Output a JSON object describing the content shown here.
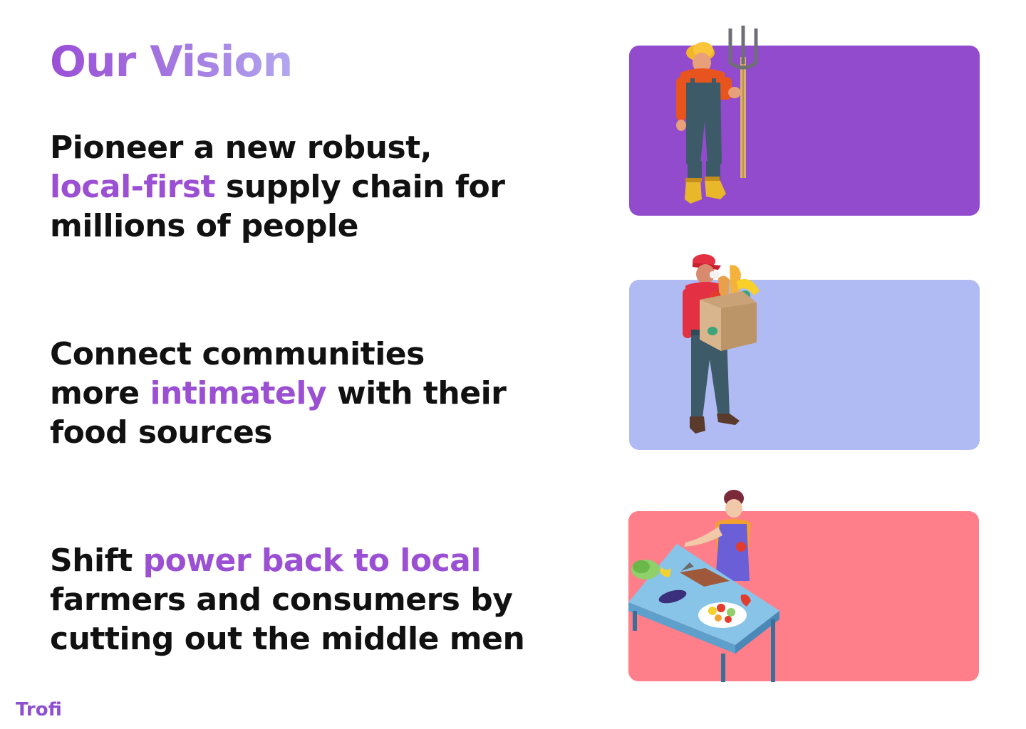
{
  "page": {
    "title": "Our Vision",
    "brand": "Trofi"
  },
  "statements": [
    {
      "before": "Pioneer a new robust,",
      "highlight": "local-first",
      "after": "supply chain for millions of people"
    },
    {
      "before": "Connect communities more",
      "highlight": "intimately",
      "after": "with their food sources"
    },
    {
      "before": "Shift",
      "highlight": "power back to local",
      "after": "farmers and consumers by cutting out the middle men"
    }
  ],
  "illustrations": [
    {
      "icon": "farmer-with-pitchfork-icon",
      "card_color": "#924bcc"
    },
    {
      "icon": "delivery-person-with-grocery-box-icon",
      "card_color": "#b0baf3"
    },
    {
      "icon": "woman-preparing-salad-icon",
      "card_color": "#fe7f8a"
    }
  ],
  "colors": {
    "accent": "#9b4fd3",
    "text": "#111111"
  }
}
